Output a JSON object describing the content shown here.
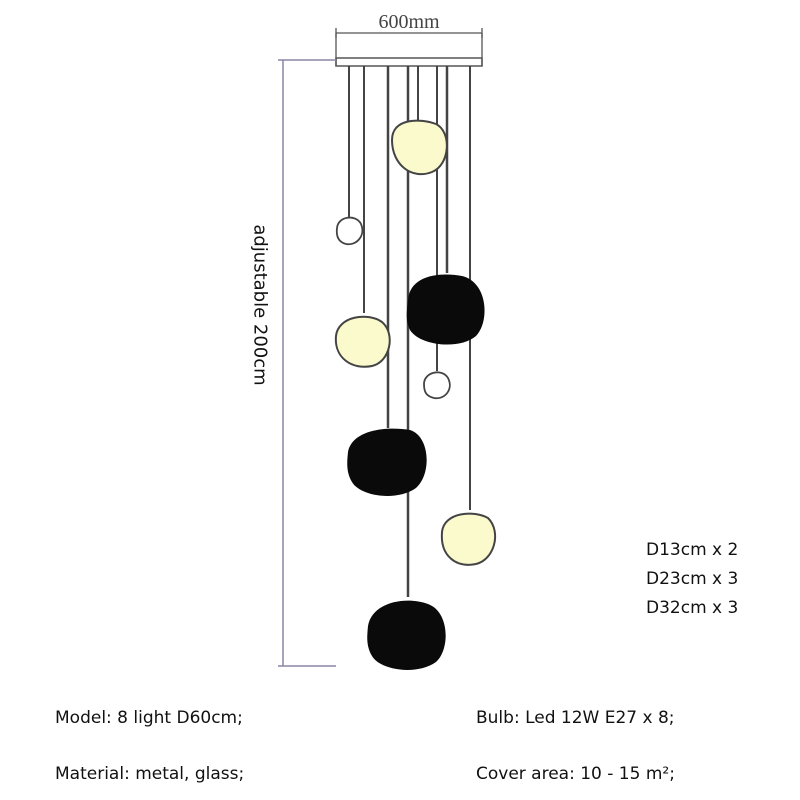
{
  "diagram": {
    "width_label": "600mm",
    "height_label": "adjustable 200cm",
    "sizes": [
      "D13cm x 2",
      "D23cm x 3",
      "D32cm x 3"
    ]
  },
  "specs": {
    "model": "Model: 8 light D60cm;",
    "bulb": "Bulb: Led 12W E27 x 8;",
    "material": "Material: metal, glass;",
    "cover_area": "Cover area: 10 - 15 m²;"
  },
  "colors": {
    "line": "#555555",
    "dimension": "#8a86a8",
    "glow": "#fafacd",
    "black": "#0a0a0a"
  }
}
